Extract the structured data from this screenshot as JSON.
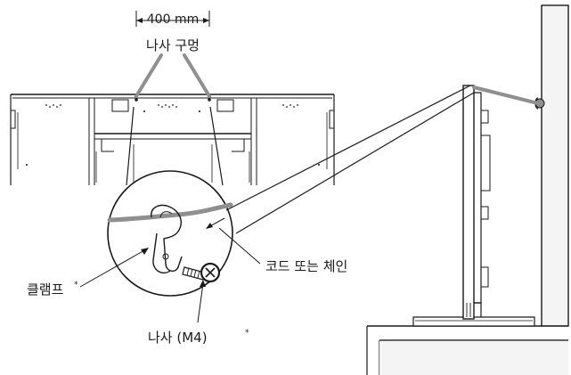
{
  "labels": {
    "spacing": "400 mm",
    "screw_holes": "나사 구멍",
    "cord_or_chain": "코드 또는 체인",
    "clamp": "클램프",
    "clamp_mark": "*",
    "screw": "나사 (M4)",
    "screw_mark": "*"
  },
  "colors": {
    "cord": "#8f8f8f",
    "wall": "#f4f4f4",
    "floor_shadow": "#cfcfcf",
    "line": "#1a1a1a"
  }
}
